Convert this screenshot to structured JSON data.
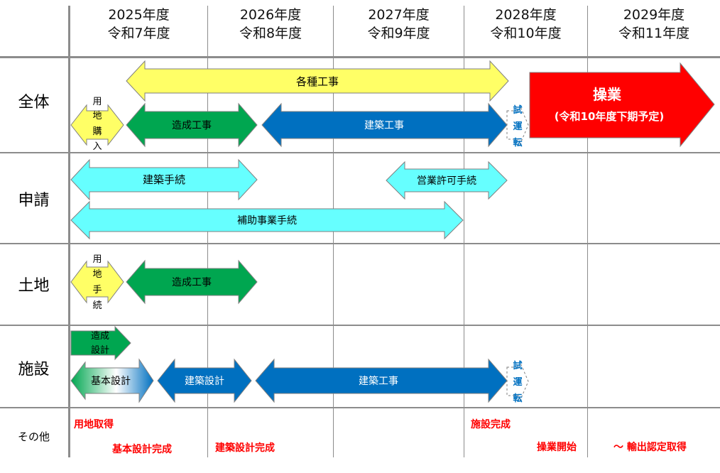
{
  "years": [
    {
      "year": "2025年度",
      "era": "令和7年度"
    },
    {
      "year": "2026年度",
      "era": "令和8年度"
    },
    {
      "year": "2027年度",
      "era": "令和9年度"
    },
    {
      "year": "2028年度",
      "era": "令和10年度"
    },
    {
      "year": "2029年度",
      "era": "令和11年度"
    }
  ],
  "rows": {
    "overall": "全体",
    "application": "申請",
    "land": "土地",
    "facility": "施設",
    "other": "その他"
  },
  "bars": {
    "various_construction": "各種工事",
    "land_purchase": [
      "用",
      "地",
      "購",
      "入"
    ],
    "site_prep_1": "造成工事",
    "building_construction_1": "建築工事",
    "trial_run_1": [
      "試",
      "運",
      "転"
    ],
    "operation_title": "操業",
    "operation_sub": "(令和10年度下期予定)",
    "building_procedure": "建築手続",
    "business_permit": "営業許可手続",
    "subsidy_procedure": "補助事業手続",
    "land_procedure": [
      "用",
      "地",
      "手",
      "続"
    ],
    "site_prep_2": "造成工事",
    "site_design": [
      "造成",
      "設計"
    ],
    "basic_design": "基本設計",
    "architectural_design": "建築設計",
    "building_construction_2": "建築工事",
    "trial_run_2": [
      "試",
      "運",
      "転"
    ]
  },
  "milestones": {
    "land_acquired": "用地取得",
    "basic_design_done": "基本設計完成",
    "arch_design_done": "建築設計完成",
    "facility_done": "施設完成",
    "operation_start": "操業開始",
    "export_cert": "～ 輸出認定取得"
  },
  "colors": {
    "yellow": "#ffff66",
    "green": "#00a650",
    "blue": "#0070c0",
    "cyan": "#66ffff",
    "red": "#ff0000",
    "milestone": "#ff0000",
    "trial": "#0070c0",
    "grid": "#8c8c8c"
  }
}
